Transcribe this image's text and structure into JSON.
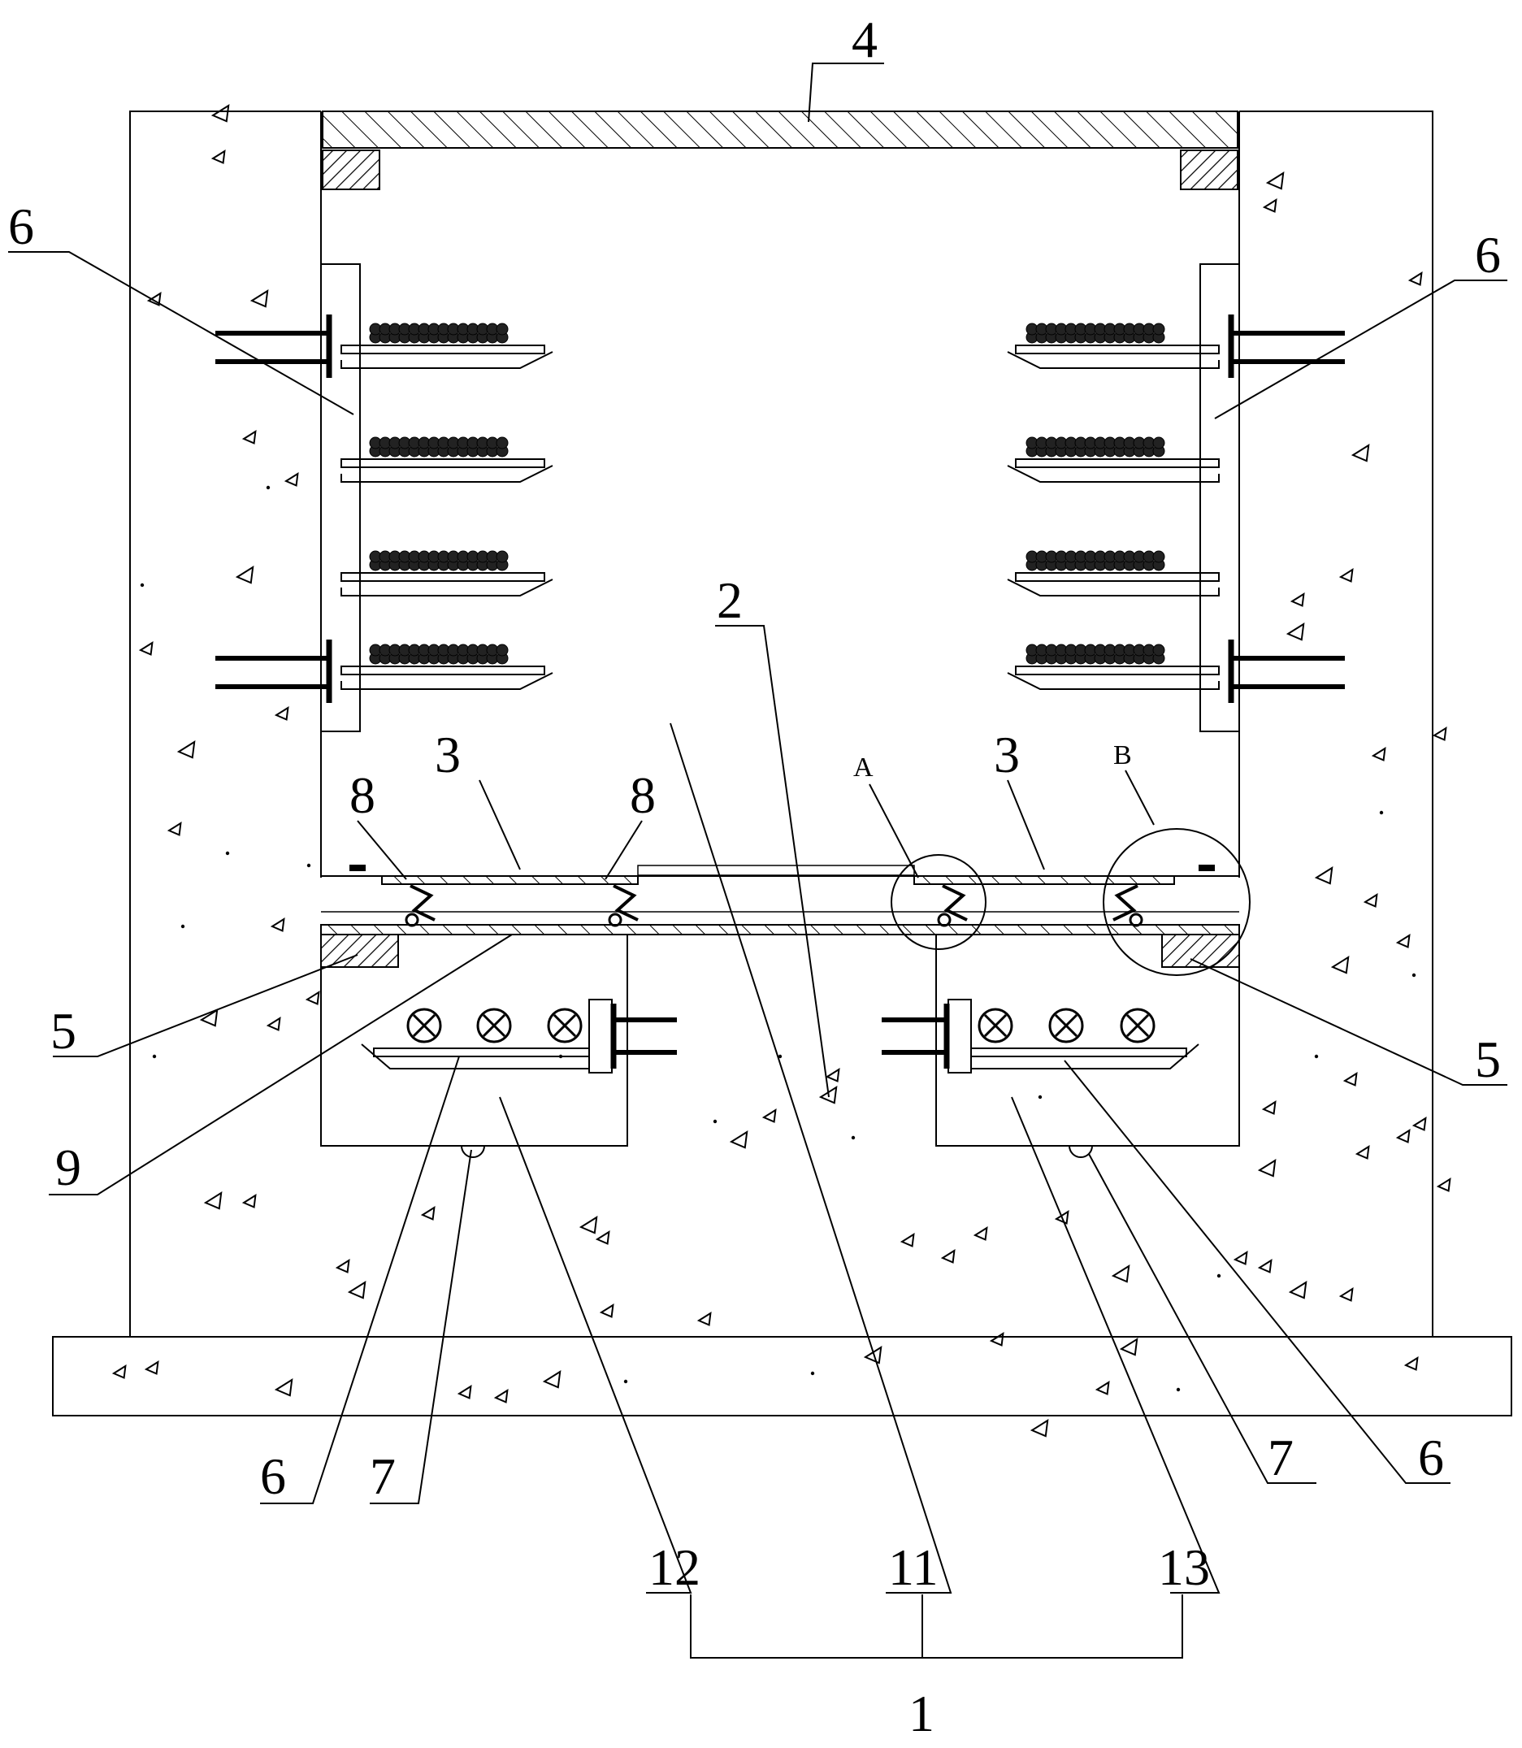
{
  "labels": {
    "n4": "4",
    "n6_left": "6",
    "n6_right": "6",
    "n2": "2",
    "n3_left": "3",
    "n3_right": "3",
    "nA": "A",
    "nB": "B",
    "n8_left": "8",
    "n8_right": "8",
    "n5_left": "5",
    "n5_right": "5",
    "n9": "9",
    "n6_bottom_left": "6",
    "n7_left": "7",
    "n7_right": "7",
    "n6_bottom_right": "6",
    "n12": "12",
    "n11": "11",
    "n13": "13",
    "n1": "1"
  }
}
